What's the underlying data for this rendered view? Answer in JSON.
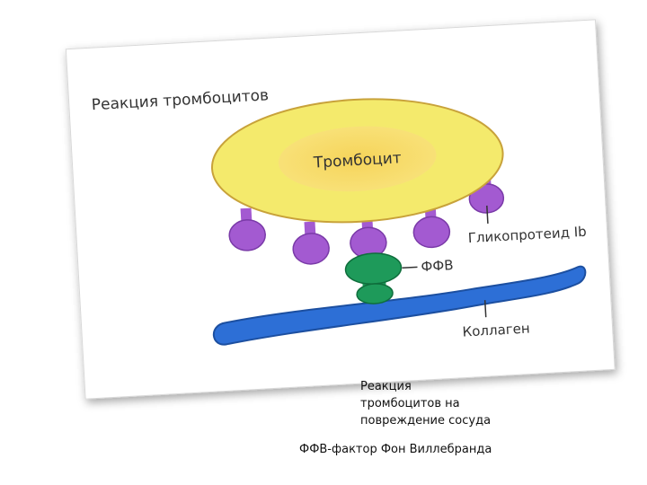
{
  "figure": {
    "title": "Реакция тромбоцитов",
    "labels": {
      "platelet": "Тромбоцит",
      "glycoprotein": "Гликопротеид Ib",
      "vwf": "ФФВ",
      "collagen": "Коллаген"
    },
    "colors": {
      "platelet_outer": "#f4ea6c",
      "platelet_inner": "#f5d25a",
      "platelet_stroke": "#c8a23a",
      "glycoprotein": "#a35ad1",
      "glycoprotein_dark": "#7a3aa8",
      "vwf": "#1e9a5a",
      "vwf_dark": "#0f6e3c",
      "collagen": "#2d6fd6",
      "collagen_dark": "#1c4fa0",
      "card_border": "#cfcfcf"
    }
  },
  "caption": {
    "lines": [
      "Реакция",
      "тромбоцитов на",
      "повреждение сосуда"
    ],
    "footnote": "ФФВ-фактор Фон Виллебранда"
  }
}
